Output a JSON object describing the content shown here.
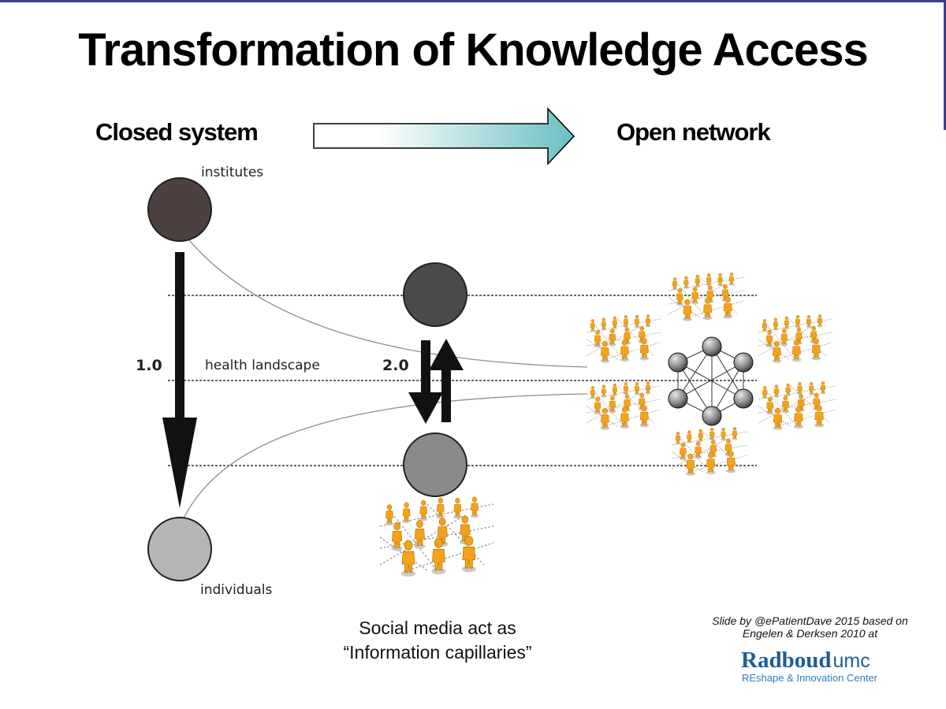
{
  "title": "Transformation of Knowledge Access",
  "headings": {
    "left": "Closed system",
    "right": "Open network"
  },
  "diagram": {
    "label_institutes": "institutes",
    "label_individuals": "individuals",
    "label_health_landscape": "health landscape",
    "label_v1": "1.0",
    "label_v2": "2.0"
  },
  "caption": {
    "line1": "Social media act as",
    "line2": "“Information capillaries”"
  },
  "credit": {
    "line1": "Slide by @ePatientDave 2015 based on",
    "line2": "Engelen & Derksen 2010 at"
  },
  "brand": {
    "name": "Radboud",
    "suffix": "umc",
    "subtitle": "REshape & Innovation Center"
  },
  "colors": {
    "accent": "#3a3f8f",
    "arrow_gradient_end": "#6bbfc2",
    "people": "#f2a21b",
    "brand": "#1d5f93"
  }
}
